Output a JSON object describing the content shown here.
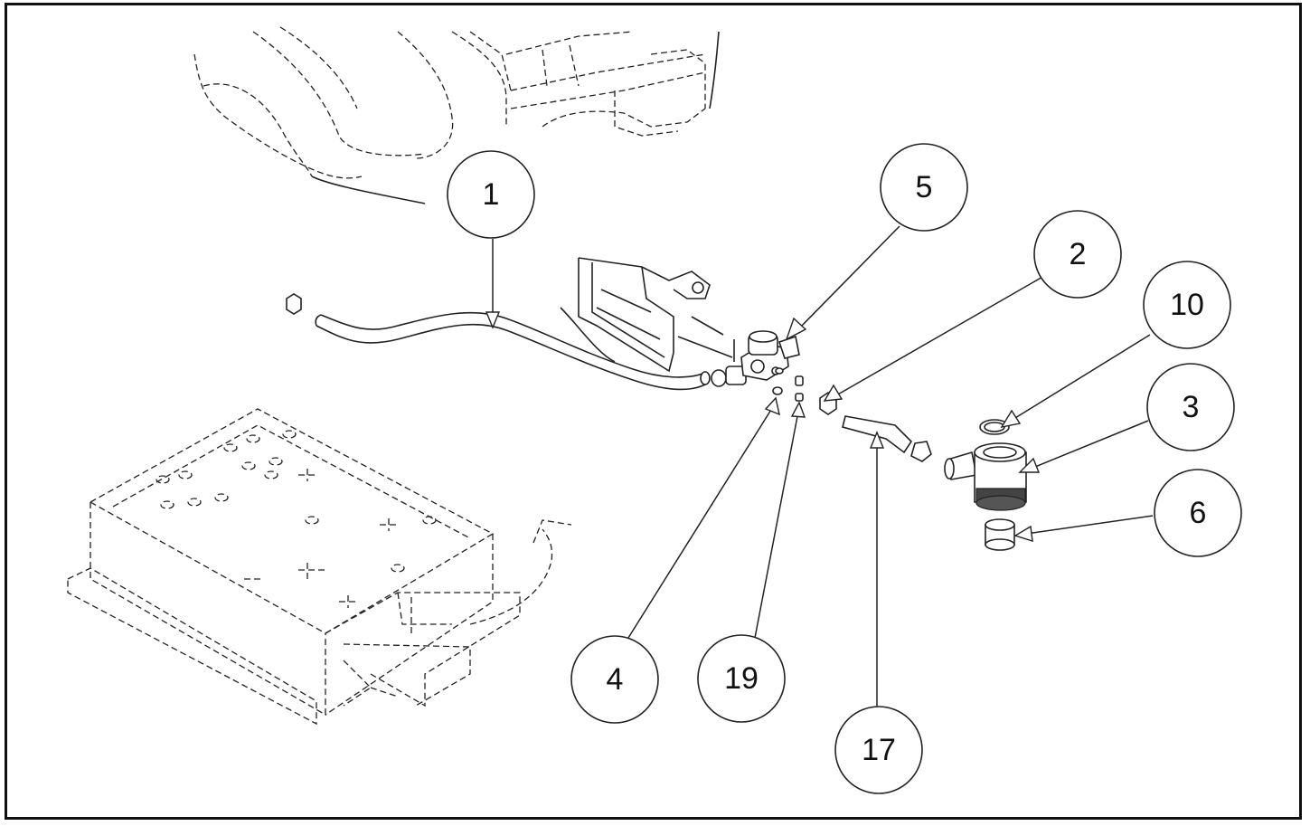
{
  "diagram": {
    "callouts": [
      {
        "id": "c1",
        "label": "1"
      },
      {
        "id": "c5",
        "label": "5"
      },
      {
        "id": "c2",
        "label": "2"
      },
      {
        "id": "c10",
        "label": "10"
      },
      {
        "id": "c3",
        "label": "3"
      },
      {
        "id": "c6",
        "label": "6"
      },
      {
        "id": "c4",
        "label": "4"
      },
      {
        "id": "c19",
        "label": "19"
      },
      {
        "id": "c17",
        "label": "17"
      }
    ],
    "line_color": "#222222",
    "background_color": "#ffffff"
  }
}
